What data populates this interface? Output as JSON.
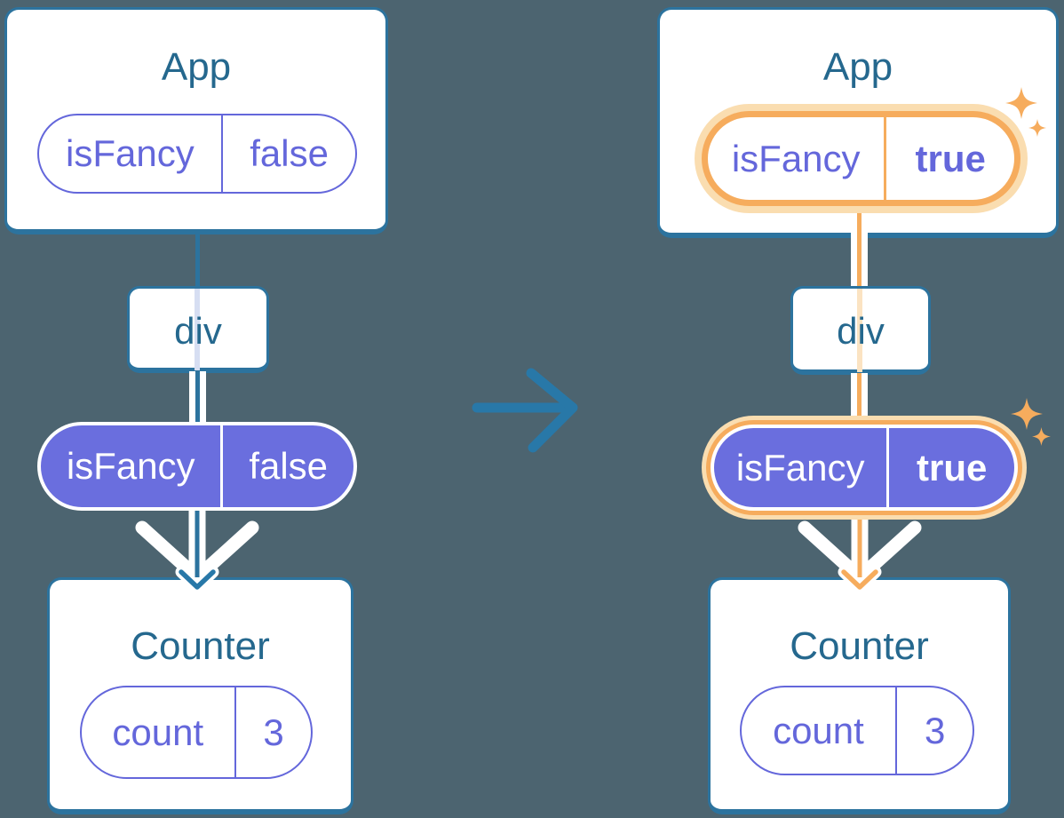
{
  "colors": {
    "background": "#4C6470",
    "card_border": "#2C739E",
    "heading_text": "#25688E",
    "purple": "#6467DB",
    "purple_fill": "#6A6EDE",
    "pale_blue_line": "#D6DEF2",
    "pale_orange_line": "#FBE3C2",
    "highlight_orange": "#F6AC5D",
    "highlight_halo": "#FADDB0",
    "flow_white": "#FFFFFF",
    "transition_arrow_blue": "#2878A8"
  },
  "icons": {
    "transition_arrow": "right-arrow-icon",
    "prop_flow": "arrow-down-icon",
    "sparkle": "sparkle-icon"
  },
  "before": {
    "app": {
      "title": "App",
      "state": {
        "name": "isFancy",
        "value": "false"
      }
    },
    "div": {
      "title": "div"
    },
    "prop": {
      "name": "isFancy",
      "value": "false"
    },
    "counter": {
      "title": "Counter",
      "state": {
        "name": "count",
        "value": "3"
      }
    }
  },
  "after": {
    "app": {
      "title": "App",
      "state": {
        "name": "isFancy",
        "value": "true"
      }
    },
    "div": {
      "title": "div"
    },
    "prop": {
      "name": "isFancy",
      "value": "true"
    },
    "counter": {
      "title": "Counter",
      "state": {
        "name": "count",
        "value": "3"
      }
    }
  }
}
